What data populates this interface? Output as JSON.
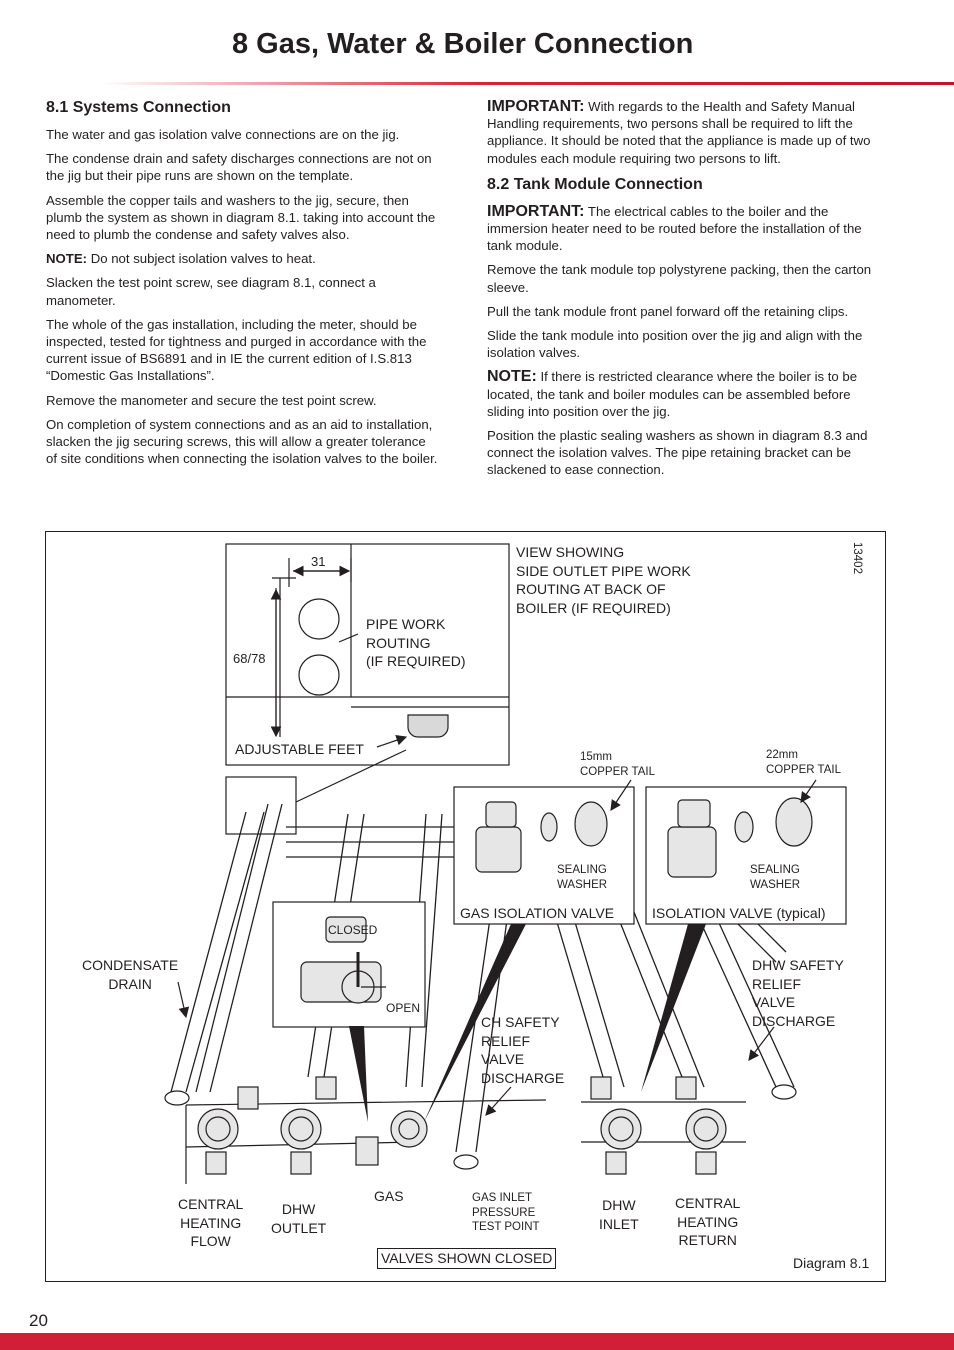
{
  "page": {
    "title": "8  Gas, Water & Boiler Connection",
    "page_number": "20",
    "accent_color": "#d01f37"
  },
  "left": {
    "heading": "8.1 Systems Connection",
    "p1": "The water and gas isolation valve connections are on the jig.",
    "p2": "The condense drain and safety discharges connections are not on the jig but their pipe runs are shown on the template.",
    "p3": "Assemble the copper tails and washers to the jig, secure, then plumb the system as shown in diagram 8.1. taking into account the need to plumb the condense and safety valves also.",
    "note_label": "NOTE:",
    "note_text": " Do not subject isolation valves to heat.",
    "p4": "Slacken the test point screw, see diagram 8.1, connect a manometer.",
    "p5": "The whole of the gas installation, including the meter, should be inspected, tested for tightness and purged in accordance with the current issue of BS6891 and in IE the current edition of I.S.813 “Domestic Gas Installations”.",
    "p6": "Remove the manometer and secure the test point screw.",
    "p7": "On completion of system connections  and as an aid to installation, slacken the jig securing screws, this will allow a greater tolerance of site conditions when connecting the isolation valves to the boiler."
  },
  "right": {
    "important1_label": "IMPORTANT:",
    "important1_text": "  With regards to the Health and Safety Manual Handling requirements, two persons shall be required to lift the appliance. It should be noted that the appliance is made up of two modules each module requiring two persons to lift.",
    "heading": "8.2 Tank Module Connection",
    "important2_label": "IMPORTANT:",
    "important2_text": "  The electrical cables to the boiler and the immersion heater need to be routed before the installation of the tank module.",
    "p1": "Remove the tank module top polystyrene packing, then the carton sleeve.",
    "p2": "Pull the tank module front panel forward off the retaining clips.",
    "p3": "Slide the tank module into position over the jig and align with the isolation valves.",
    "note_label": "NOTE:",
    "note_text": "  If there is restricted clearance where the boiler is to be located, the tank and boiler modules can be assembled before sliding into position over the jig.",
    "p4": "Position the plastic sealing washers as shown in diagram 8.3 and connect the isolation valves. The pipe retaining bracket can be slackened to ease connection."
  },
  "diagram": {
    "ref_number": "13402",
    "caption": "Diagram 8.1",
    "dim_width": "31",
    "dim_height": "68/78",
    "view_note": [
      "VIEW SHOWING",
      "SIDE OUTLET PIPE WORK",
      "ROUTING AT BACK OF",
      "BOILER (IF REQUIRED)"
    ],
    "pipe_routing": [
      "PIPE WORK",
      "ROUTING",
      "(IF REQUIRED)"
    ],
    "adjustable_feet": "ADJUSTABLE FEET",
    "copper_tail_15": [
      "15mm",
      "COPPER TAIL"
    ],
    "copper_tail_22": [
      "22mm",
      "COPPER TAIL"
    ],
    "sealing_washer": [
      "SEALING",
      "WASHER"
    ],
    "gas_isolation_valve": "GAS ISOLATION VALVE",
    "isolation_valve": "ISOLATION VALVE (typical)",
    "closed": "CLOSED",
    "open": "OPEN",
    "condensate_drain": [
      "CONDENSATE",
      "DRAIN"
    ],
    "ch_safety": [
      "CH SAFETY",
      "RELIEF",
      "VALVE",
      "DISCHARGE"
    ],
    "dhw_safety": [
      "DHW SAFETY",
      "RELIEF",
      "VALVE",
      "DISCHARGE"
    ],
    "ch_flow": [
      "CENTRAL",
      "HEATING",
      "FLOW"
    ],
    "dhw_outlet": [
      "DHW",
      "OUTLET"
    ],
    "gas": "GAS",
    "gas_inlet": [
      "GAS INLET",
      "PRESSURE",
      "TEST POINT"
    ],
    "dhw_inlet": [
      "DHW",
      "INLET"
    ],
    "ch_return": [
      "CENTRAL",
      "HEATING",
      "RETURN"
    ],
    "valves_closed": "VALVES SHOWN CLOSED"
  }
}
